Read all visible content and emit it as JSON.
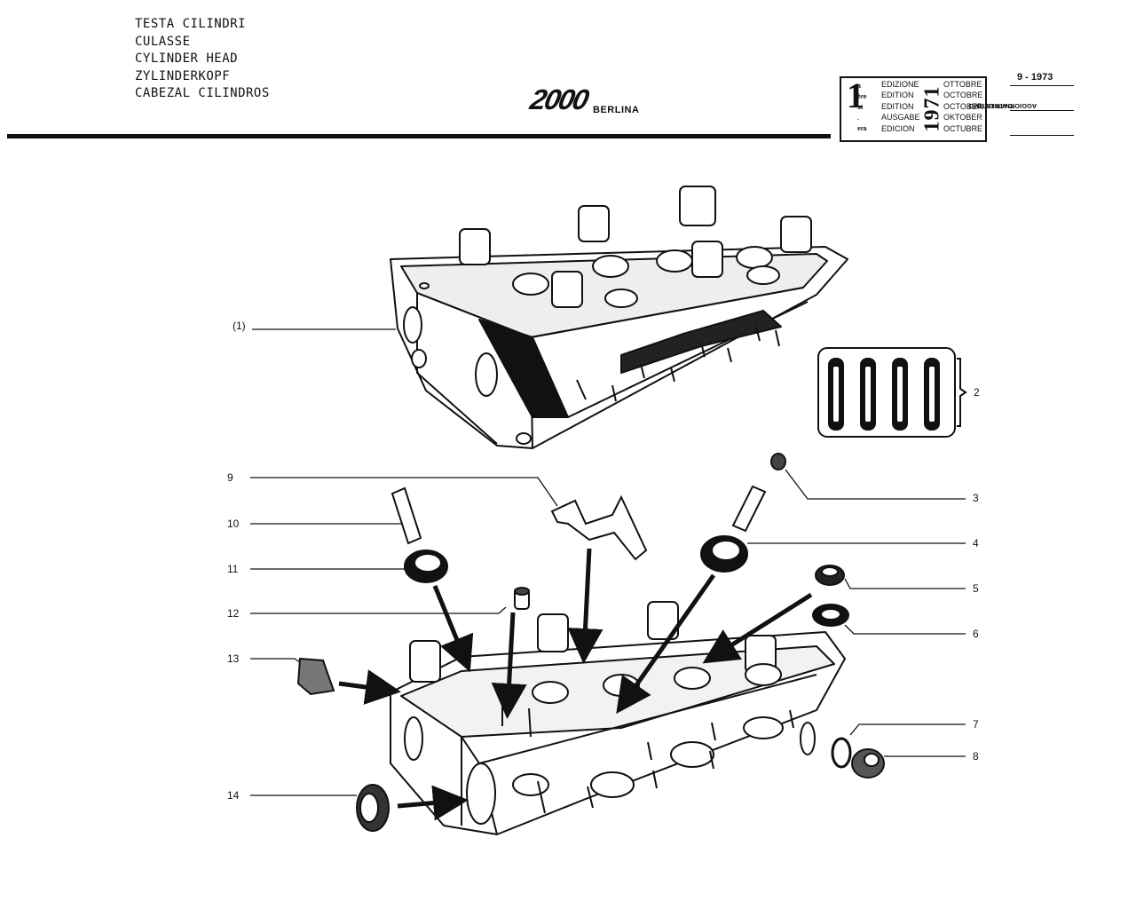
{
  "header": {
    "titles": [
      "TESTA CILINDRI",
      "CULASSE",
      "CYLINDER HEAD",
      "ZYLINDERKOPF",
      "CABEZAL CILINDROS"
    ],
    "model": "2000",
    "model_sub": "BERLINA"
  },
  "edition": {
    "number": "1",
    "ordinals": [
      "a",
      "ère",
      "st",
      ".",
      "era"
    ],
    "words": [
      "EDIZIONE",
      "EDITION",
      "EDITION",
      "AUSGABE",
      "EDICION"
    ],
    "months": [
      "OTTOBRE",
      "OCTOBRE",
      "OCTOBER",
      "OKTOBER",
      "OCTUBRE"
    ],
    "year": "1971",
    "update_label_1": "DATA ULTIMO",
    "update_label_2": "AGGIORNAMENTO",
    "update_value": "9 - 1973"
  },
  "callouts": {
    "c1": "(1)",
    "c2": "2",
    "c3": "3",
    "c4": "4",
    "c5": "5",
    "c6": "6",
    "c7": "7",
    "c8": "8",
    "c9": "9",
    "c10": "10",
    "c11": "11",
    "c12": "12",
    "c13": "13",
    "c14": "14"
  }
}
